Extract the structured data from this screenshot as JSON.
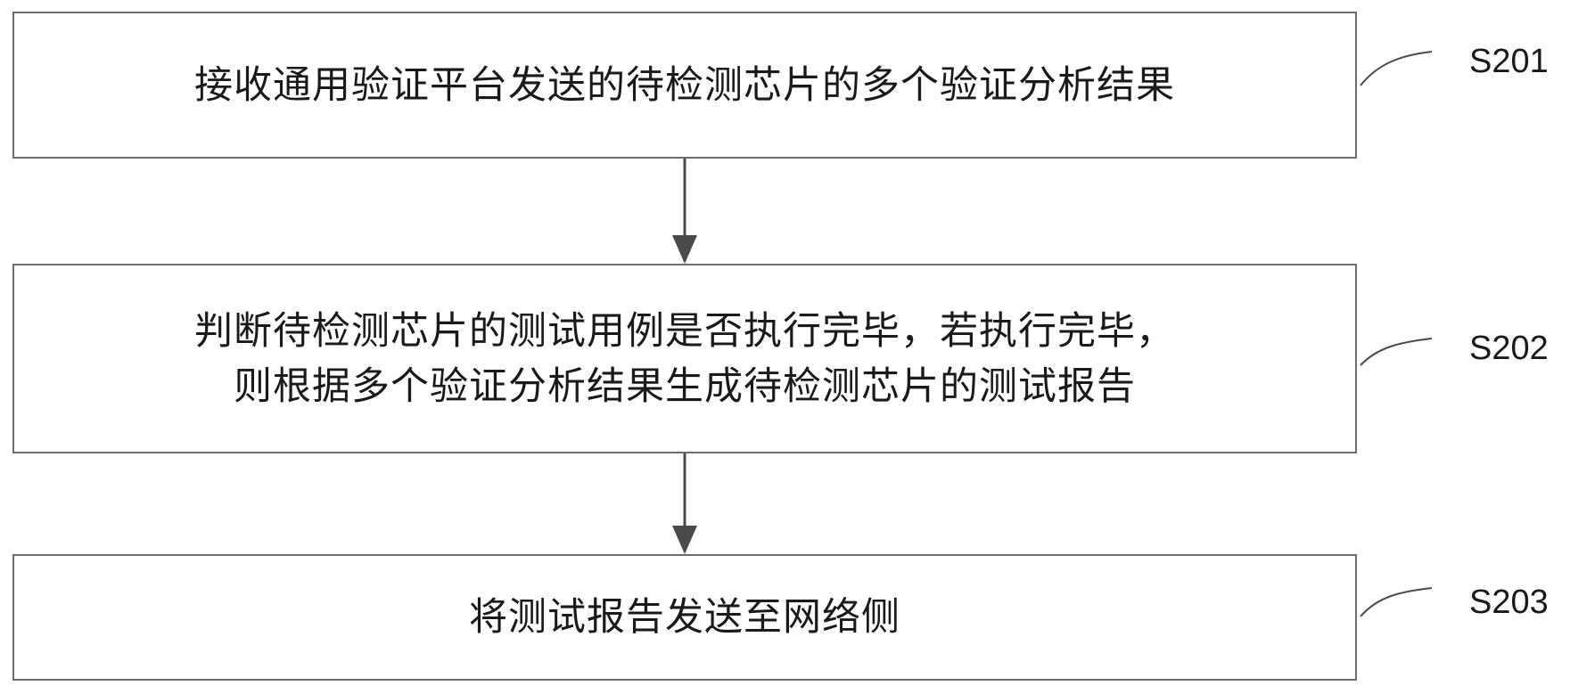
{
  "steps": [
    {
      "id": "S201",
      "lines": [
        "接收通用验证平台发送的待检测芯片的多个验证分析结果"
      ]
    },
    {
      "id": "S202",
      "lines": [
        "判断待检测芯片的测试用例是否执行完毕，若执行完毕，",
        "则根据多个验证分析结果生成待检测芯片的测试报告"
      ]
    },
    {
      "id": "S203",
      "lines": [
        "将测试报告发送至网络侧"
      ]
    }
  ],
  "colors": {
    "border": "#6d6d6d",
    "arrow": "#4a4a4a",
    "text": "#1a1a1a"
  }
}
